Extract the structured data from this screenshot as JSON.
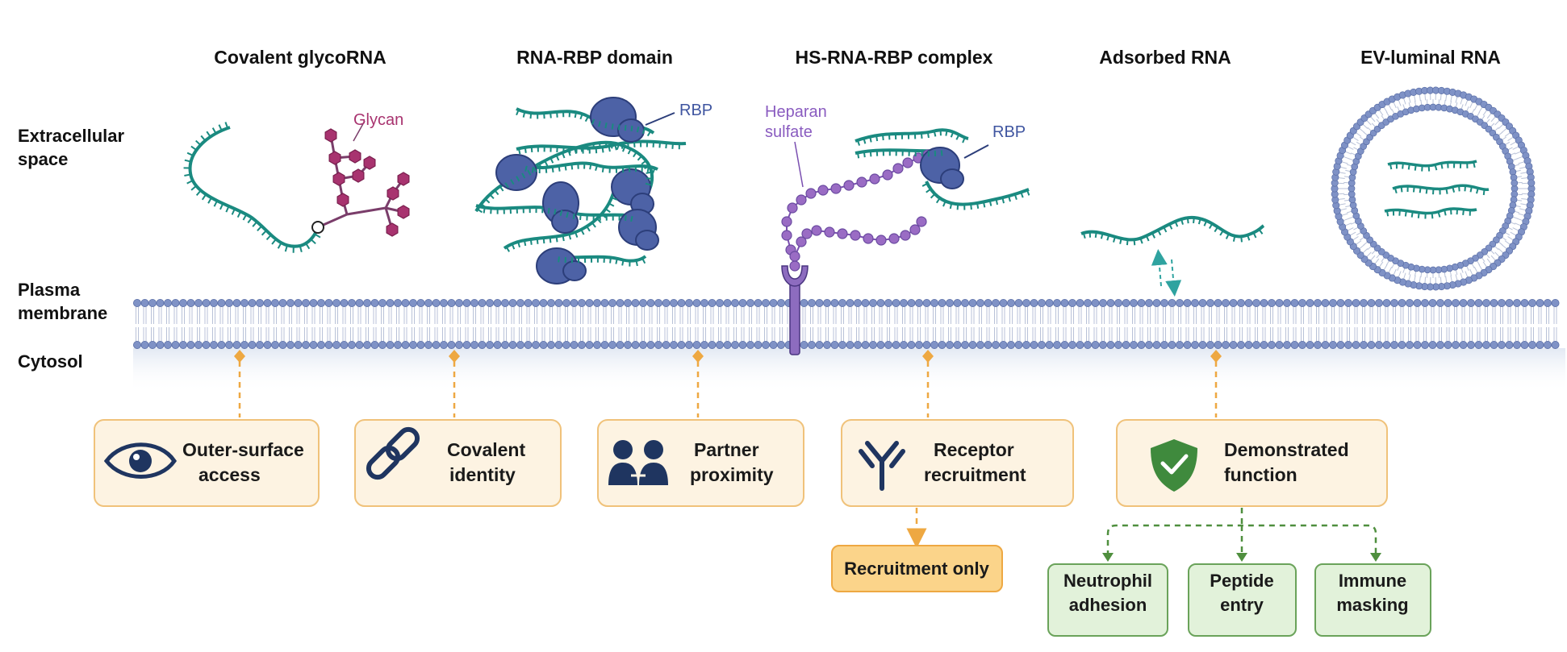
{
  "columns": [
    {
      "title": "Covalent glycoRNA"
    },
    {
      "title": "RNA-RBP domain"
    },
    {
      "title": "HS-RNA-RBP complex"
    },
    {
      "title": "Adsorbed RNA"
    },
    {
      "title": "EV-luminal RNA"
    }
  ],
  "regions": {
    "extracellular_line1": "Extracellular",
    "extracellular_line2": "space",
    "membrane_line1": "Plasma",
    "membrane_line2": "membrane",
    "cytosol": "Cytosol"
  },
  "labels": {
    "glycan": "Glycan",
    "rbp_1": "RBP",
    "heparan_line1": "Heparan",
    "heparan_line2": "sulfate",
    "rbp_2": "RBP"
  },
  "boxes": [
    {
      "line1": "Outer-surface",
      "line2": "access",
      "icon": "eye-icon"
    },
    {
      "line1": "Covalent",
      "line2": "identity",
      "icon": "link-icon"
    },
    {
      "line1": "Partner",
      "line2": "proximity",
      "icon": "people-icon"
    },
    {
      "line1": "Receptor",
      "line2": "recruitment",
      "icon": "antibody-icon"
    },
    {
      "line1": "Demonstrated",
      "line2": "function",
      "icon": "shield-check-icon"
    }
  ],
  "recruitment_only": "Recruitment only",
  "functions": [
    {
      "line1": "Neutrophil",
      "line2": "adhesion"
    },
    {
      "line1": "Peptide",
      "line2": "entry"
    },
    {
      "line1": "Immune",
      "line2": "masking"
    }
  ],
  "colors": {
    "rna": "#1a8a80",
    "glycan": "#a8336f",
    "rbp": "#4d62a6",
    "heparan": "#9a6cc4",
    "membrane_head": "#7f92c6",
    "box_fill": "#fdf3e2",
    "box_border": "#f0c27a",
    "arrow_orange": "#eea842",
    "green_fill": "#e2f2da",
    "green_border": "#6aa35a",
    "shield": "#3f8a3d",
    "icon_navy": "#1f3560"
  }
}
